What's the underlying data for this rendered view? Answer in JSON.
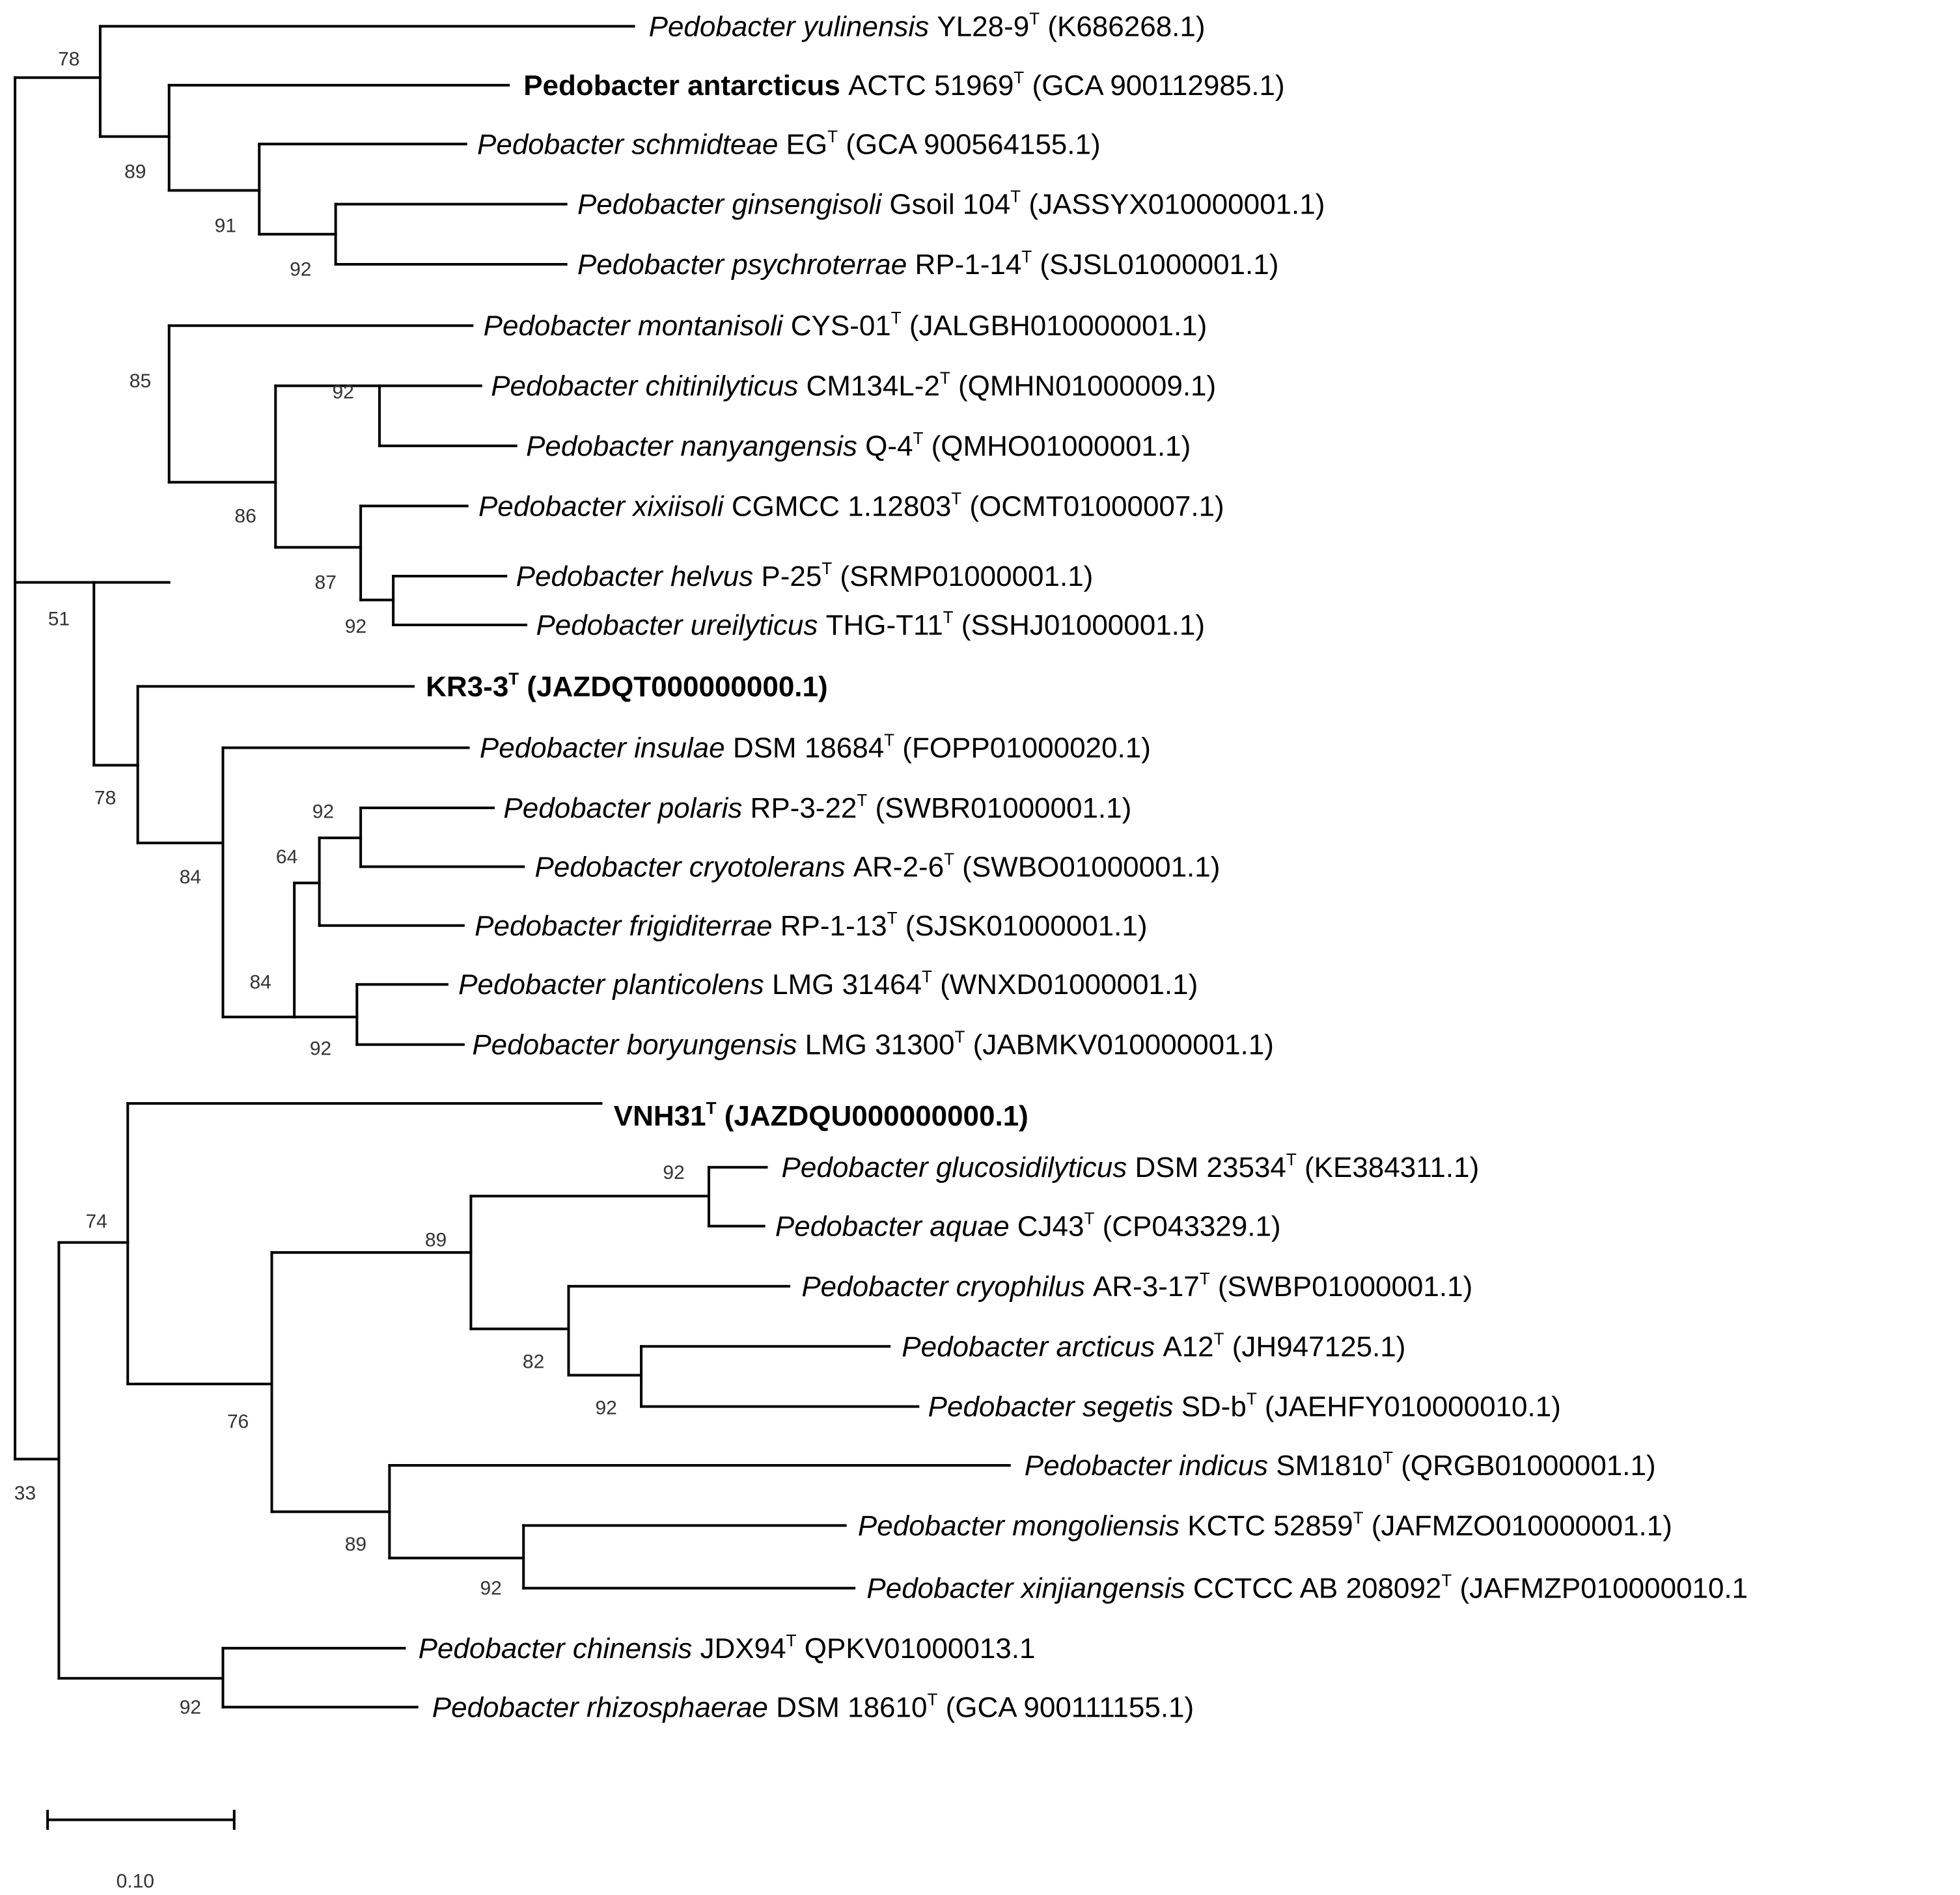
{
  "tree": {
    "taxa": [
      {
        "genus": "Pedobacter",
        "species": "yulinensis",
        "strain": "YL28-9",
        "type_mark": "T",
        "accession": "(K686268.1)"
      },
      {
        "genus": "Pedobacter",
        "species": "antarcticus",
        "strain": "ACTC 51969",
        "type_mark": "T",
        "accession": "(GCA 900112985.1)",
        "style": "bold-name"
      },
      {
        "genus": "Pedobacter",
        "species": "schmidteae",
        "strain": "EG",
        "type_mark": "T",
        "accession": "(GCA 900564155.1)"
      },
      {
        "genus": "Pedobacter",
        "species": "ginsengisoli",
        "strain": "Gsoil 104",
        "type_mark": "T",
        "accession": "(JASSYX010000001.1)"
      },
      {
        "genus": "Pedobacter",
        "species": "psychroterrae",
        "strain": "RP-1-14",
        "type_mark": "T",
        "accession": "(SJSL01000001.1)"
      },
      {
        "genus": "Pedobacter",
        "species": "montanisoli",
        "strain": "CYS-01",
        "type_mark": "T",
        "accession": "(JALGBH010000001.1)"
      },
      {
        "genus": "Pedobacter",
        "species": "chitinilyticus",
        "strain": "CM134L-2",
        "type_mark": "T",
        "accession": "(QMHN01000009.1)"
      },
      {
        "genus": "Pedobacter",
        "species": "nanyangensis",
        "strain": "Q-4",
        "type_mark": "T",
        "accession": "(QMHO01000001.1)"
      },
      {
        "genus": "Pedobacter",
        "species": "xixiisoli",
        "strain": "CGMCC 1.12803",
        "type_mark": "T",
        "accession": "(OCMT01000007.1)"
      },
      {
        "genus": "Pedobacter",
        "species": "helvus",
        "strain": "P-25",
        "type_mark": "T",
        "accession": "(SRMP01000001.1)"
      },
      {
        "genus": "Pedobacter",
        "species": "ureilyticus",
        "strain": "THG-T11",
        "type_mark": "T",
        "accession": "(SSHJ01000001.1)"
      },
      {
        "genus": "",
        "species": "",
        "strain": "KR3-3",
        "type_mark": "T",
        "accession": "(JAZDQT000000000.1)",
        "style": "bold"
      },
      {
        "genus": "Pedobacter",
        "species": "insulae",
        "strain": "DSM 18684",
        "type_mark": "T",
        "accession": "(FOPP01000020.1)"
      },
      {
        "genus": "Pedobacter",
        "species": "polaris",
        "strain": "RP-3-22",
        "type_mark": "T",
        "accession": "(SWBR01000001.1)"
      },
      {
        "genus": "Pedobacter",
        "species": "cryotolerans",
        "strain": "AR-2-6",
        "type_mark": "T",
        "accession": "(SWBO01000001.1)"
      },
      {
        "genus": "Pedobacter",
        "species": "frigiditerrae",
        "strain": "RP-1-13",
        "type_mark": "T",
        "accession": "(SJSK01000001.1)"
      },
      {
        "genus": "Pedobacter",
        "species": "planticolens",
        "strain": "LMG 31464",
        "type_mark": "T",
        "accession": "(WNXD01000001.1)"
      },
      {
        "genus": "Pedobacter",
        "species": "boryungensis",
        "strain": "LMG 31300",
        "type_mark": "T",
        "accession": "(JABMKV010000001.1)"
      },
      {
        "genus": "",
        "species": "",
        "strain": "VNH31",
        "type_mark": "T",
        "accession": "(JAZDQU000000000.1)",
        "style": "bold"
      },
      {
        "genus": "Pedobacter",
        "species": "glucosidilyticus",
        "strain": "DSM 23534",
        "type_mark": "T",
        "accession": "(KE384311.1)"
      },
      {
        "genus": "Pedobacter",
        "species": "aquae",
        "strain": "CJ43",
        "type_mark": "T",
        "accession": "(CP043329.1)"
      },
      {
        "genus": "Pedobacter",
        "species": "cryophilus",
        "strain": "AR-3-17",
        "type_mark": "T",
        "accession": "(SWBP01000001.1)"
      },
      {
        "genus": "Pedobacter",
        "species": "arcticus",
        "strain": "A12",
        "type_mark": "T",
        "accession": "(JH947125.1)"
      },
      {
        "genus": "Pedobacter",
        "species": "segetis",
        "strain": "SD-b",
        "type_mark": "T",
        "accession": "(JAEHFY010000010.1)"
      },
      {
        "genus": "Pedobacter",
        "species": "indicus",
        "strain": "SM1810",
        "type_mark": "T",
        "accession": "(QRGB01000001.1)"
      },
      {
        "genus": "Pedobacter",
        "species": "mongoliensis",
        "strain": "KCTC 52859",
        "type_mark": "T",
        "accession": "(JAFMZO010000001.1)"
      },
      {
        "genus": "Pedobacter",
        "species": "xinjiangensis",
        "strain": "CCTCC AB 208092",
        "type_mark": "T",
        "accession": "(JAFMZP010000010.1"
      },
      {
        "genus": "Pedobacter",
        "species": "chinensis",
        "strain": "JDX94",
        "type_mark": "T",
        "accession": "QPKV01000013.1"
      },
      {
        "genus": "Pedobacter",
        "species": "rhizosphaerae",
        "strain": "DSM 18610",
        "type_mark": "T",
        "accession": "(GCA 900111155.1)"
      }
    ],
    "support_values": [
      "78",
      "89",
      "91",
      "92",
      "85",
      "92",
      "86",
      "87",
      "92",
      "51",
      "78",
      "84",
      "92",
      "64",
      "84",
      "92",
      "74",
      "92",
      "89",
      "82",
      "92",
      "76",
      "89",
      "92",
      "33",
      "92"
    ],
    "scale_bar": {
      "label": "0.10"
    }
  }
}
